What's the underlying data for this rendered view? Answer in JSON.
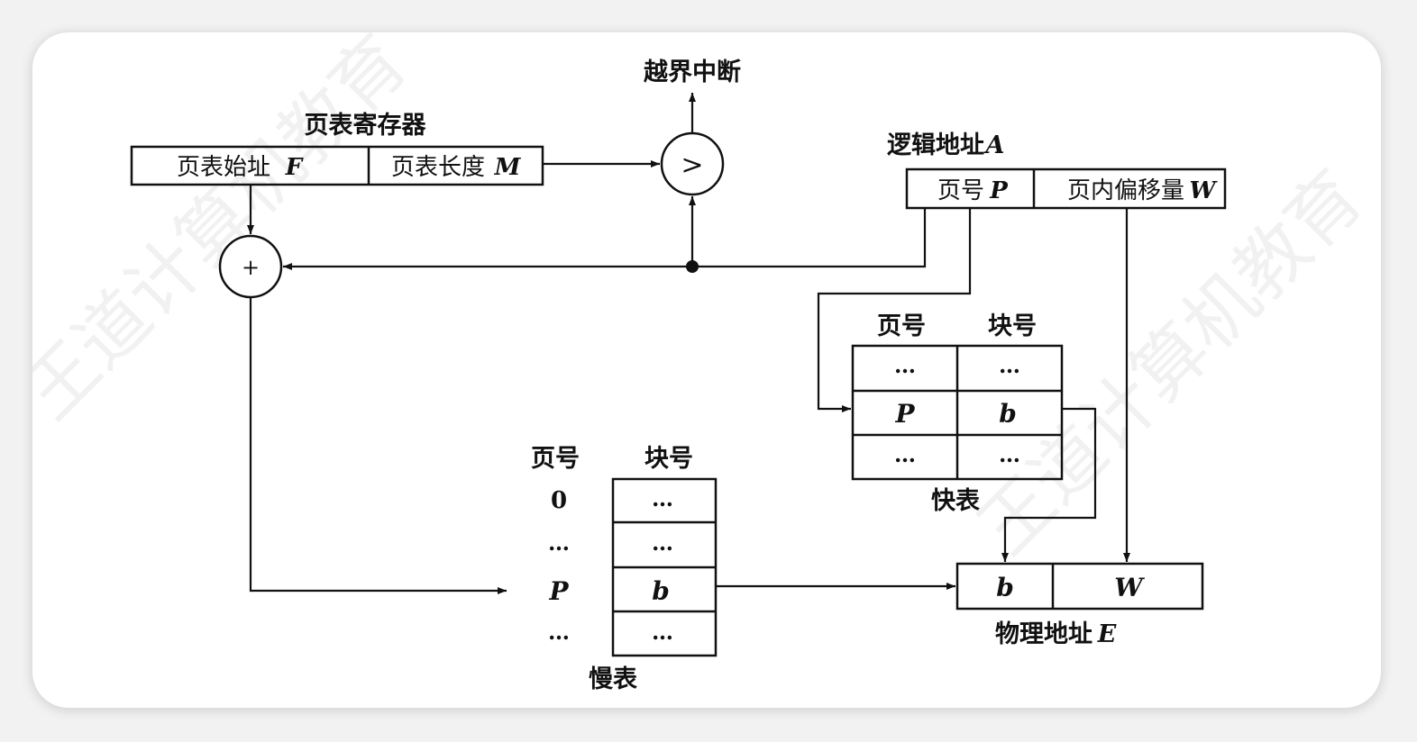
{
  "title_interrupt": "越界中断",
  "compare_op": ">",
  "add_op": "+",
  "page_table_register": {
    "label": "页表寄存器",
    "start_cn": "页表始址",
    "start_var": "F",
    "length_cn": "页表长度",
    "length_var": "M"
  },
  "logical_address": {
    "label_cn": "逻辑地址",
    "label_var": "A",
    "page_cn": "页号",
    "page_var": "P",
    "offset_cn": "页内偏移量",
    "offset_var": "W"
  },
  "tlb": {
    "name": "快表",
    "col_page": "页号",
    "col_block": "块号",
    "rows": [
      {
        "page": "…",
        "block": "…"
      },
      {
        "page": "P",
        "block": "b"
      },
      {
        "page": "…",
        "block": "…"
      }
    ]
  },
  "page_table": {
    "name": "慢表",
    "col_page": "页号",
    "col_block": "块号",
    "rows": [
      {
        "page": "0",
        "block": "…"
      },
      {
        "page": "…",
        "block": "…"
      },
      {
        "page": "P",
        "block": "b"
      },
      {
        "page": "…",
        "block": "…"
      }
    ]
  },
  "physical_address": {
    "label_cn": "物理地址",
    "label_var": "E",
    "block": "b",
    "offset": "W"
  },
  "watermark": "王道计算机教育"
}
